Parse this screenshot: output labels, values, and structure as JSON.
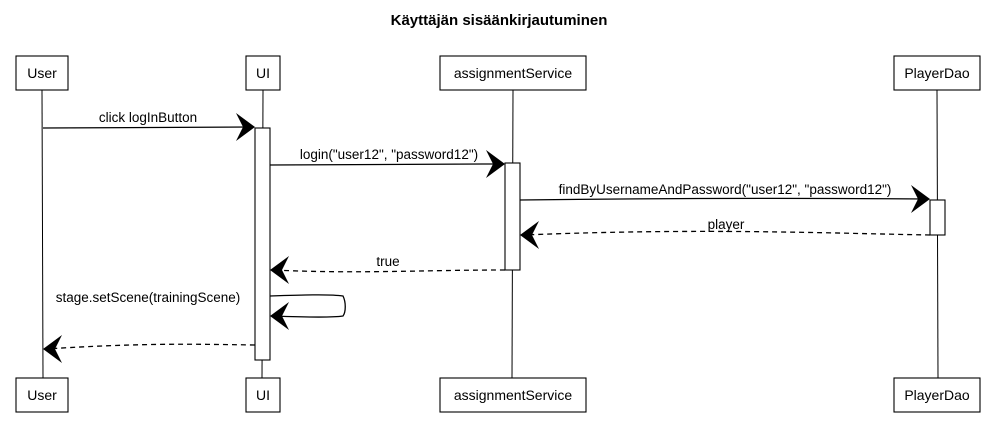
{
  "title": "Käyttäjän sisäänkirjautuminen",
  "participants": [
    {
      "id": "user",
      "label": "User"
    },
    {
      "id": "ui",
      "label": "UI"
    },
    {
      "id": "service",
      "label": "assignmentService"
    },
    {
      "id": "dao",
      "label": "PlayerDao"
    }
  ],
  "messages": [
    {
      "from": "User",
      "to": "UI",
      "label": "click logInButton",
      "style": "sync"
    },
    {
      "from": "UI",
      "to": "assignmentService",
      "label": "login(\"user12\", \"password12\")",
      "style": "sync"
    },
    {
      "from": "assignmentService",
      "to": "PlayerDao",
      "label": "findByUsernameAndPassword(\"user12\", \"password12\")",
      "style": "sync"
    },
    {
      "from": "PlayerDao",
      "to": "assignmentService",
      "label": "player",
      "style": "return"
    },
    {
      "from": "assignmentService",
      "to": "UI",
      "label": "true",
      "style": "return"
    },
    {
      "from": "UI",
      "to": "UI",
      "label": "stage.setScene(trainingScene)",
      "style": "self"
    },
    {
      "from": "UI",
      "to": "User",
      "label": "",
      "style": "return"
    }
  ]
}
